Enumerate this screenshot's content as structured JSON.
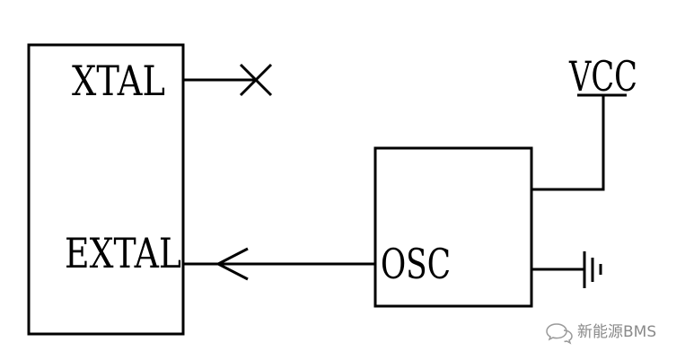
{
  "labels": {
    "xtal": "XTAL",
    "extal": "EXTAL",
    "osc": "OSC",
    "vcc": "VCC"
  },
  "watermark": {
    "text": "新能源BMS",
    "icon": "wechat-icon"
  },
  "colors": {
    "stroke": "#000000",
    "watermark": "#8a8a8a"
  }
}
